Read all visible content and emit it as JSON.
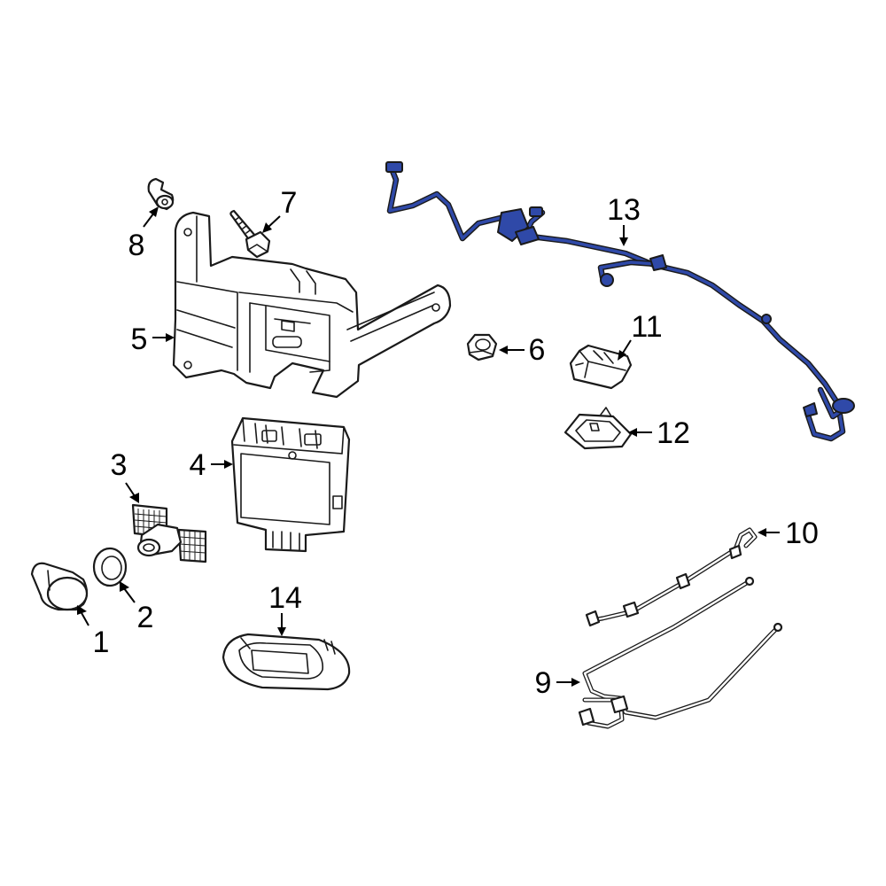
{
  "diagram": {
    "callouts": [
      {
        "id": "1",
        "text": "1"
      },
      {
        "id": "2",
        "text": "2"
      },
      {
        "id": "3",
        "text": "3"
      },
      {
        "id": "4",
        "text": "4"
      },
      {
        "id": "5",
        "text": "5"
      },
      {
        "id": "6",
        "text": "6"
      },
      {
        "id": "7",
        "text": "7"
      },
      {
        "id": "8",
        "text": "8"
      },
      {
        "id": "9",
        "text": "9"
      },
      {
        "id": "10",
        "text": "10"
      },
      {
        "id": "11",
        "text": "11"
      },
      {
        "id": "12",
        "text": "12"
      },
      {
        "id": "13",
        "text": "13"
      },
      {
        "id": "14",
        "text": "14"
      }
    ],
    "colors": {
      "highlight": "#2f49a8",
      "line": "#1a1a1a",
      "background": "#ffffff"
    }
  }
}
